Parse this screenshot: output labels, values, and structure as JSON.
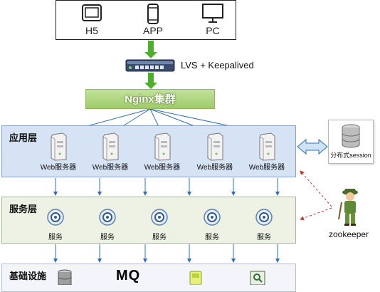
{
  "clients": [
    {
      "label": "H5",
      "icon": "tablet-icon"
    },
    {
      "label": "APP",
      "icon": "smartphone-icon"
    },
    {
      "label": "PC",
      "icon": "monitor-icon"
    }
  ],
  "lvs": {
    "label": "LVS + Keepalived",
    "icon": "network-switch-icon"
  },
  "nginx": {
    "label": "Nginx集群"
  },
  "app_layer": {
    "title": "应用层",
    "nodes": [
      "Web服务器",
      "Web服务器",
      "Web服务器",
      "Web服务器",
      "Web服务器"
    ]
  },
  "session": {
    "label": "分布式session",
    "icon": "database-icon"
  },
  "service_layer": {
    "title": "服务层",
    "nodes": [
      "服务",
      "服务",
      "服务",
      "服务",
      "服务"
    ]
  },
  "zookeeper": {
    "label": "zookeeper",
    "icon": "zookeeper-keeper-icon"
  },
  "base_layer": {
    "title": "基础设施",
    "items": [
      {
        "icon": "database-stack-icon"
      },
      {
        "text": "MQ",
        "icon": "mq-icon"
      },
      {
        "icon": "file-storage-icon"
      },
      {
        "icon": "search-engine-icon"
      }
    ]
  },
  "colors": {
    "connector_green": "#4caf2a",
    "arrow_blue": "#2f6fb8",
    "app_layer_bg": "#d6e3f5",
    "service_layer_bg": "#eef2e4",
    "dashed_red": "#c0392b"
  }
}
